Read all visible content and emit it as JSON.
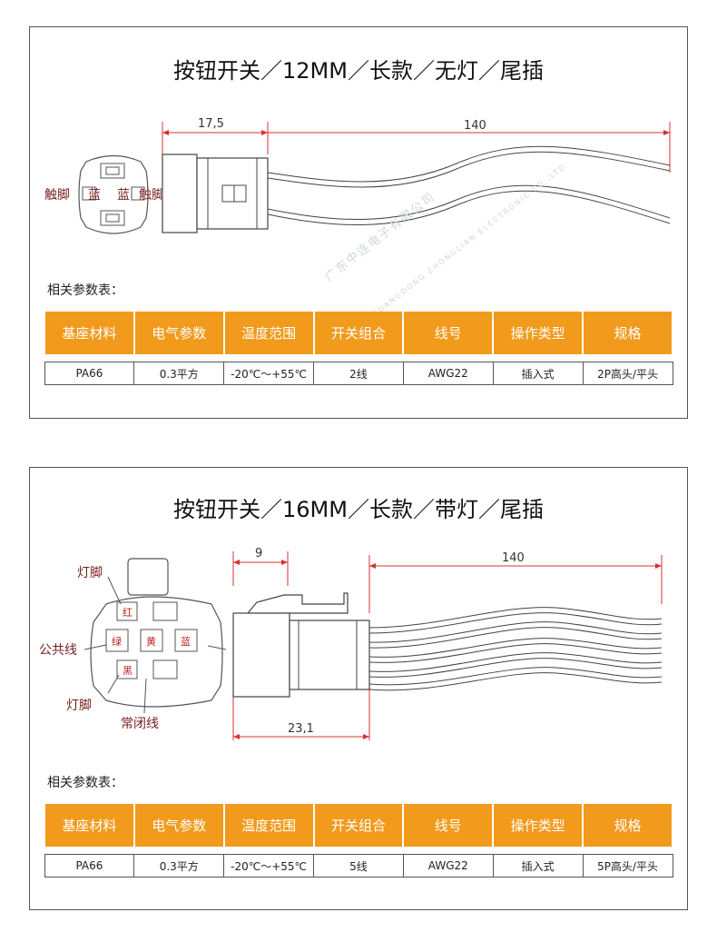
{
  "panels": [
    {
      "title": "按钮开关／12MM／长款／无灯／尾插",
      "dims": {
        "front": "17,5",
        "wire": "140"
      },
      "pin_labels": {
        "left": "触脚",
        "left_color": "蓝",
        "right_color": "蓝",
        "right": "触脚"
      },
      "params_label": "相关参数表：",
      "headers": [
        "基座材料",
        "电气参数",
        "温度范围",
        "开关组合",
        "线号",
        "操作类型",
        "规格"
      ],
      "row": [
        "PA66",
        "0.3平方",
        "-20℃～+55℃",
        "2线",
        "AWG22",
        "插入式",
        "2P高头/平头"
      ]
    },
    {
      "title": "按钮开关／16MM／长款／带灯／尾插",
      "dims": {
        "front": "9",
        "wire": "140",
        "body": "23,1"
      },
      "pin_labels": {
        "lamp_top": "灯脚",
        "common": "公共线",
        "lamp_bottom": "灯脚",
        "normally_closed": "常闭线",
        "c_red": "红",
        "c_green": "绿",
        "c_yellow": "黄",
        "c_blue": "蓝",
        "c_black": "黑"
      },
      "params_label": "相关参数表：",
      "headers": [
        "基座材料",
        "电气参数",
        "温度范围",
        "开关组合",
        "线号",
        "操作类型",
        "规格"
      ],
      "row": [
        "PA66",
        "0.3平方",
        "-20℃～+55℃",
        "5线",
        "AWG22",
        "插入式",
        "5P高头/平头"
      ]
    }
  ],
  "watermark": {
    "cn": "广东中连电子有限公司",
    "en": "GUANGDONG ZHONGLIAN ELECTRONIC CO.,LTD"
  },
  "colors": {
    "header": "#f19a1c",
    "dimension": "#d83030"
  }
}
